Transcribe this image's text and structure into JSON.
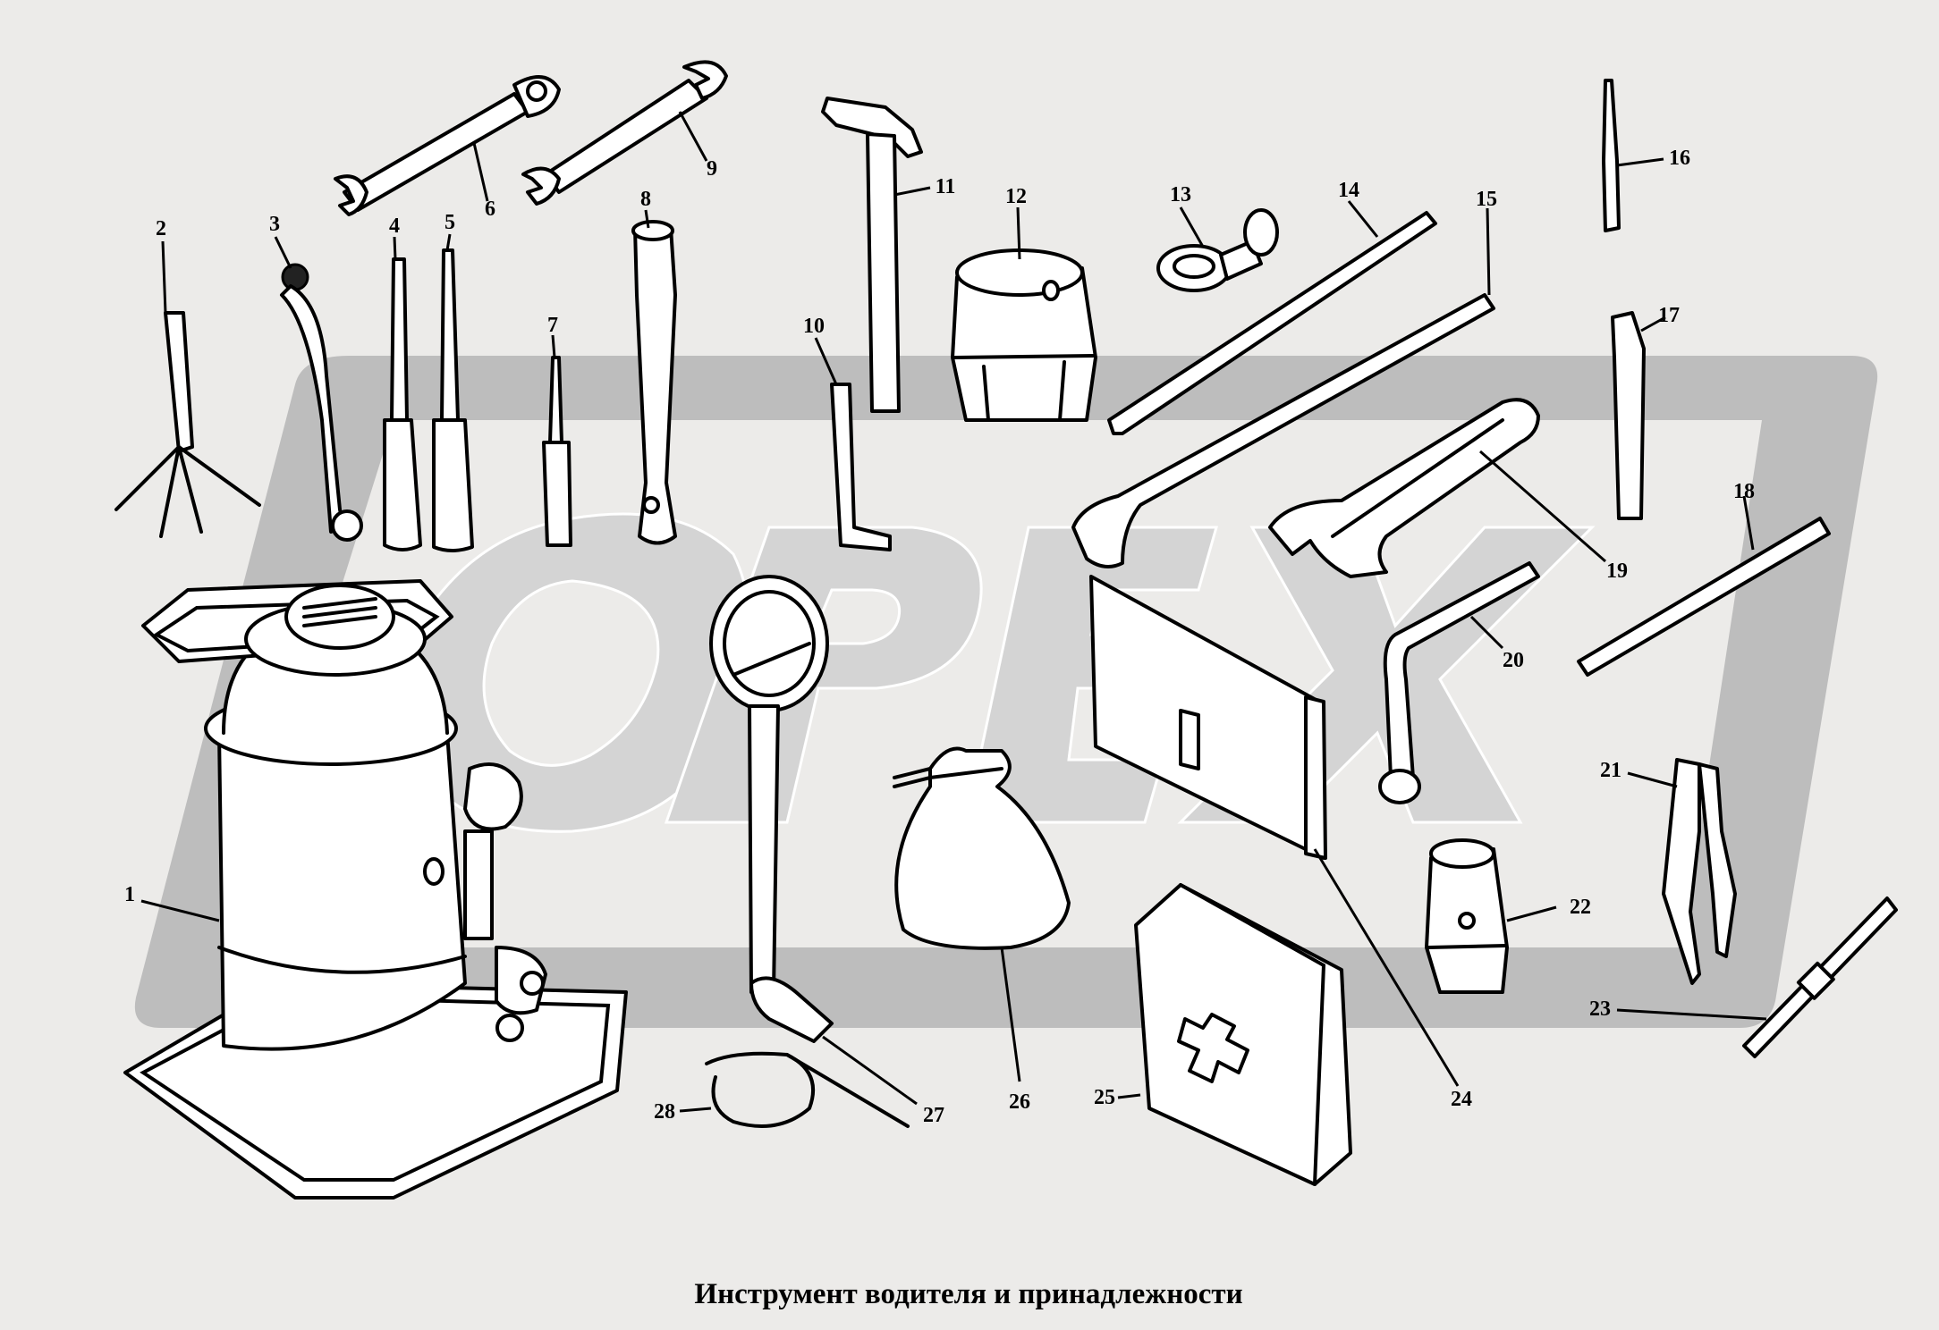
{
  "title": "Инструмент водителя и принадлежности",
  "callouts": [
    "1",
    "2",
    "3",
    "4",
    "5",
    "6",
    "7",
    "8",
    "9",
    "10",
    "11",
    "12",
    "13",
    "14",
    "15",
    "16",
    "17",
    "18",
    "19",
    "20",
    "21",
    "22",
    "23",
    "24",
    "25",
    "26",
    "27",
    "28"
  ],
  "colors": {
    "background": "#ecebe9",
    "watermark_frame": "#bdbdbd",
    "watermark_letters": "#cfcfcf",
    "line": "#000000",
    "part_fill": "#ffffff"
  }
}
